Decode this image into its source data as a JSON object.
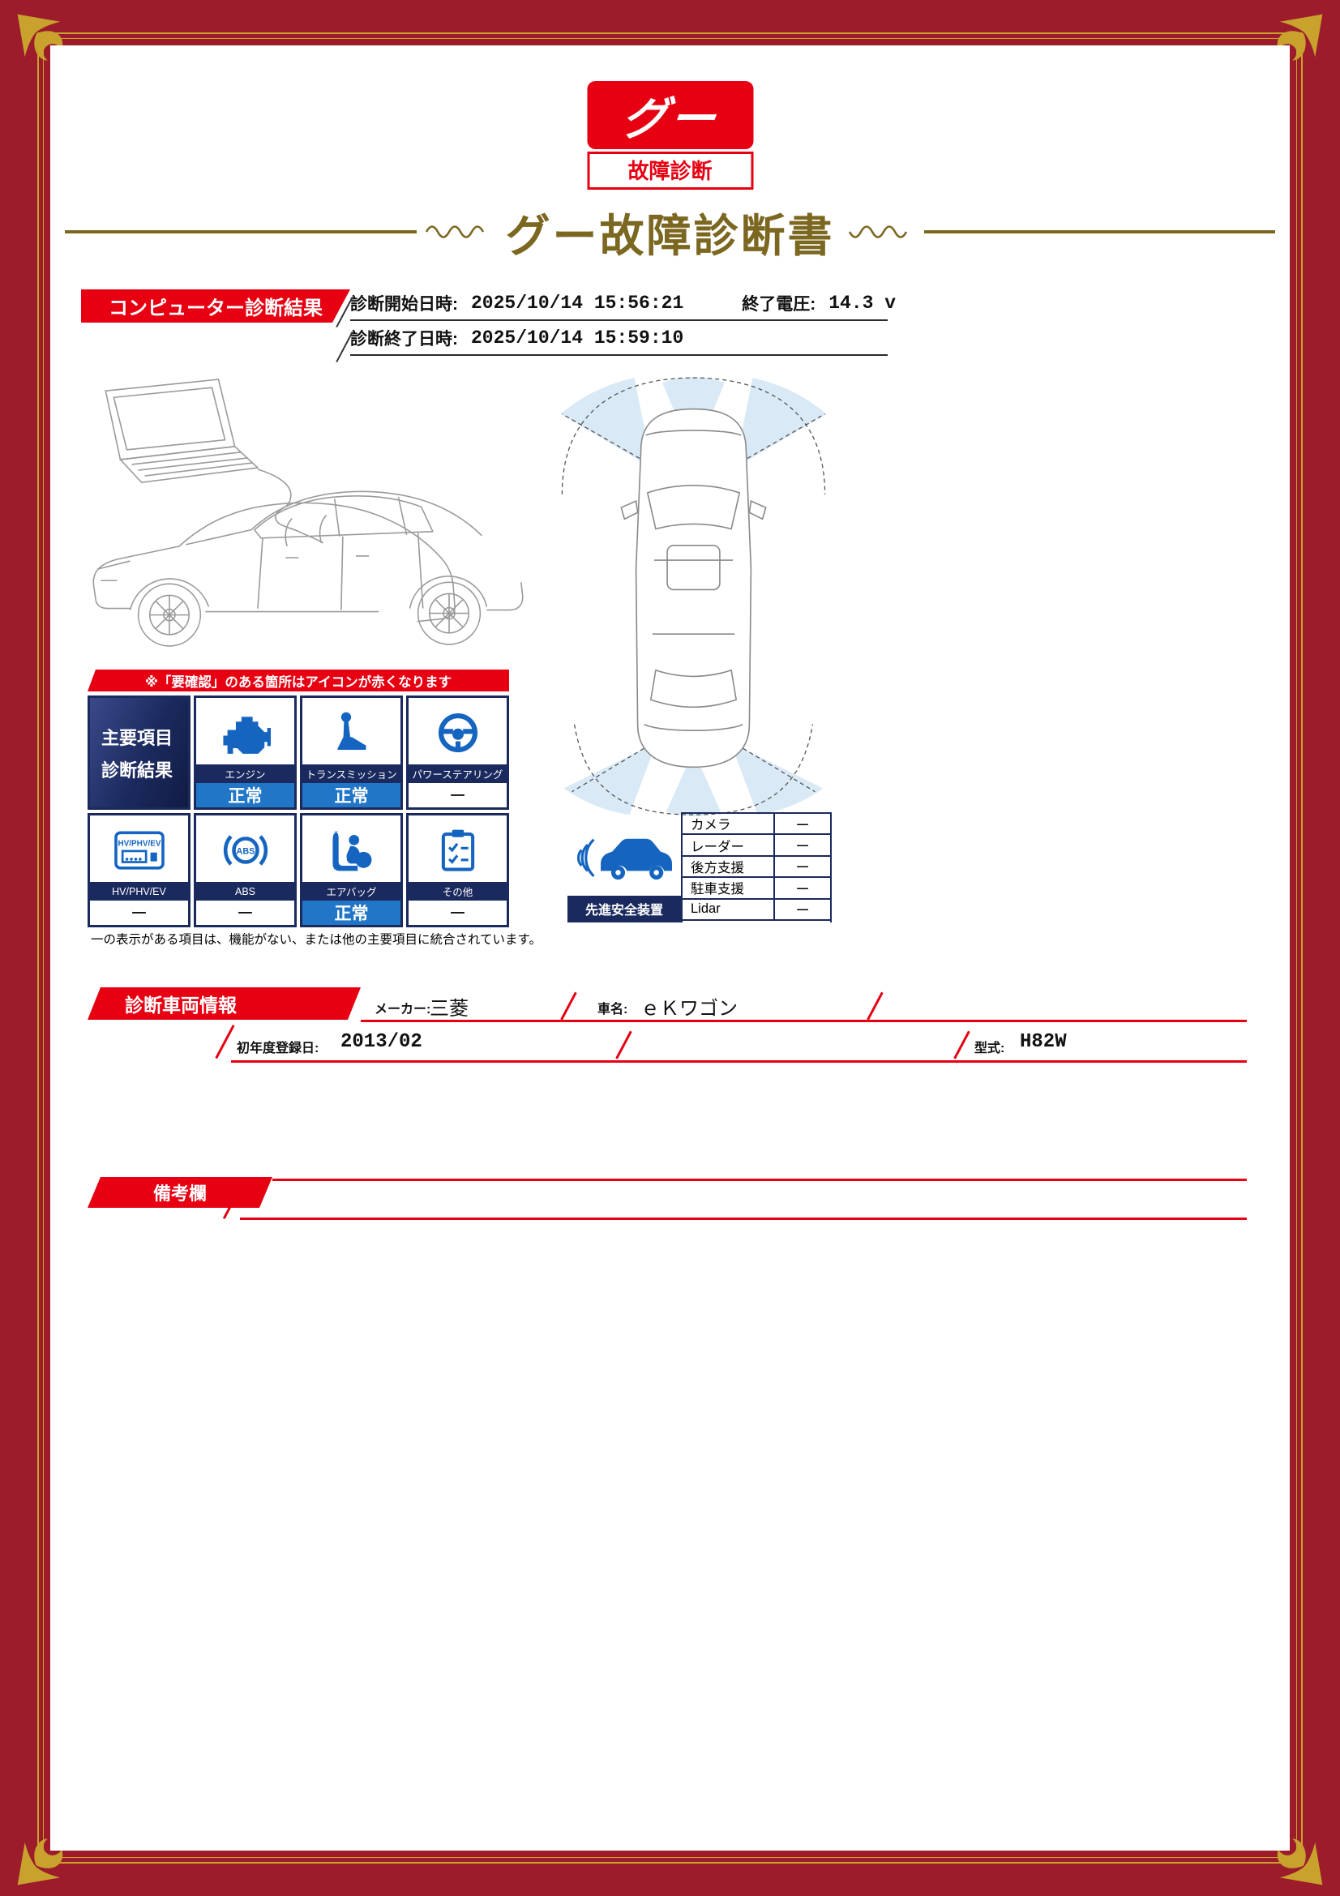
{
  "logo": {
    "mark": "グー",
    "caption": "故障診断"
  },
  "title": "グー故障診断書",
  "diagnosis": {
    "banner": "コンピューター診断結果",
    "start_label": "診断開始日時:",
    "start_value": "2025/10/14 15:56:21",
    "voltage_label": "終了電圧:",
    "voltage_value": "14.3 v",
    "end_label": "診断終了日時:",
    "end_value": "2025/10/14 15:59:10"
  },
  "notice": "※「要確認」のある箇所はアイコンが赤くなります",
  "main": {
    "header_line1": "主要項目",
    "header_line2": "診断結果",
    "items": [
      {
        "label": "エンジン",
        "status": "正常"
      },
      {
        "label": "トランスミッション",
        "status": "正常"
      },
      {
        "label": "パワーステアリング",
        "status": "ー"
      },
      {
        "label": "HV/PHV/EV",
        "status": "ー",
        "icon_text": "HV/PHV/EV"
      },
      {
        "label": "ABS",
        "status": "ー",
        "icon_text": "ABS"
      },
      {
        "label": "エアバッグ",
        "status": "正常"
      },
      {
        "label": "その他",
        "status": "ー"
      }
    ],
    "footnote": "一の表示がある項目は、機能がない、または他の主要項目に統合されています。"
  },
  "safety": {
    "label": "先進安全装置",
    "rows": [
      {
        "name": "カメラ",
        "value": "ー"
      },
      {
        "name": "レーダー",
        "value": "ー"
      },
      {
        "name": "後方支援",
        "value": "ー"
      },
      {
        "name": "駐車支援",
        "value": "ー"
      },
      {
        "name": "Lidar",
        "value": "ー"
      }
    ]
  },
  "vehicle": {
    "banner": "診断車両情報",
    "maker_label": "メーカー:",
    "maker_value": "三菱",
    "name_label": "車名:",
    "name_value": "ｅＫワゴン",
    "reg_label": "初年度登録日:",
    "reg_value": "2013/02",
    "model_label": "型式:",
    "model_value": "H82W"
  },
  "remarks": {
    "banner": "備考欄"
  },
  "colors": {
    "frame_red": "#9c1c2c",
    "accent_red": "#e60012",
    "navy": "#1b2a5e",
    "status_blue": "#2176c7",
    "icon_blue": "#1565c0",
    "gold": "#c9a22d",
    "title_gold": "#7c6721"
  }
}
